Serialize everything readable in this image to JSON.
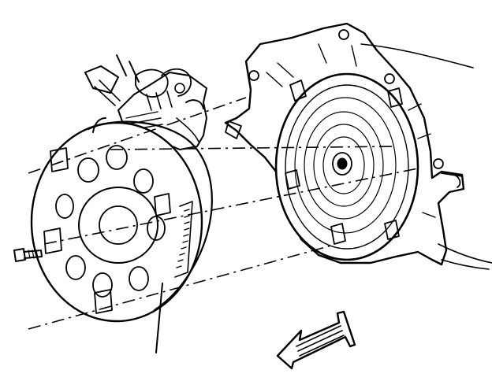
{
  "figure": {
    "kind": "exploded-view line illustration",
    "palette": {
      "ink": "#000000",
      "paper": "#ffffff"
    },
    "parts": [
      {
        "id": "flexplate",
        "icon": "flexplate-icon"
      },
      {
        "id": "bolt",
        "icon": "bolt-icon"
      },
      {
        "id": "engine-block-fragment",
        "icon": "engine-block-icon"
      },
      {
        "id": "transmission-bellhousing",
        "icon": "bellhousing-icon"
      },
      {
        "id": "torque-converter",
        "icon": "torque-converter-icon"
      },
      {
        "id": "direction-arrow",
        "icon": "front-arrow-icon"
      }
    ]
  }
}
